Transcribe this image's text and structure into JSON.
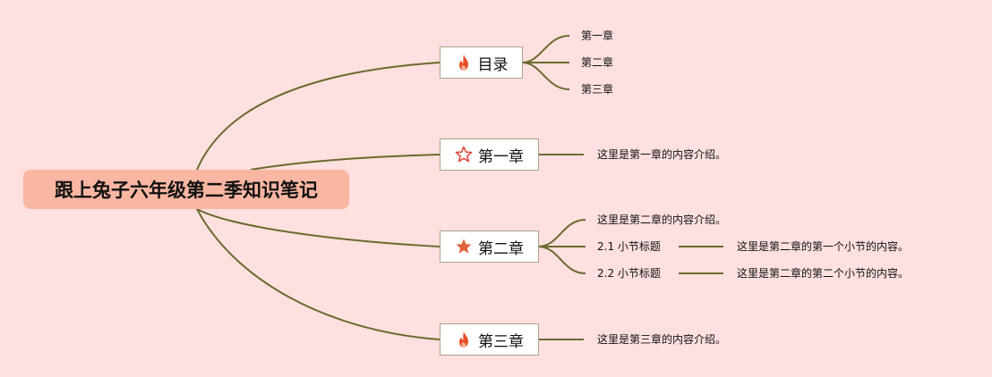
{
  "root": {
    "label": "跟上兔子六年级第二季知识笔记"
  },
  "branches": [
    {
      "label": "目录",
      "icon": "fire-icon",
      "children": [
        "第一章",
        "第二章",
        "第三章"
      ]
    },
    {
      "label": "第一章",
      "icon": "star-outline-icon",
      "children": [
        "这里是第一章的内容介绍。"
      ]
    },
    {
      "label": "第二章",
      "icon": "star-filled-icon",
      "children": [
        "这里是第二章的内容介绍。",
        {
          "label": "2.1 小节标题",
          "child": "这里是第二章的第一个小节的内容。"
        },
        {
          "label": "2.2 小节标题",
          "child": "这里是第二章的第二个小节的内容。"
        }
      ]
    },
    {
      "label": "第三章",
      "icon": "fire-icon",
      "children": [
        "这里是第三章的内容介绍。"
      ]
    }
  ],
  "colors": {
    "background": "#fde0df",
    "root_fill": "#f9b6a2",
    "line": "#6b6a2e",
    "node_border": "#a9a386",
    "fire": "#e8502b",
    "star_filled": "#e0623a",
    "star_outline": "#e0483a"
  }
}
